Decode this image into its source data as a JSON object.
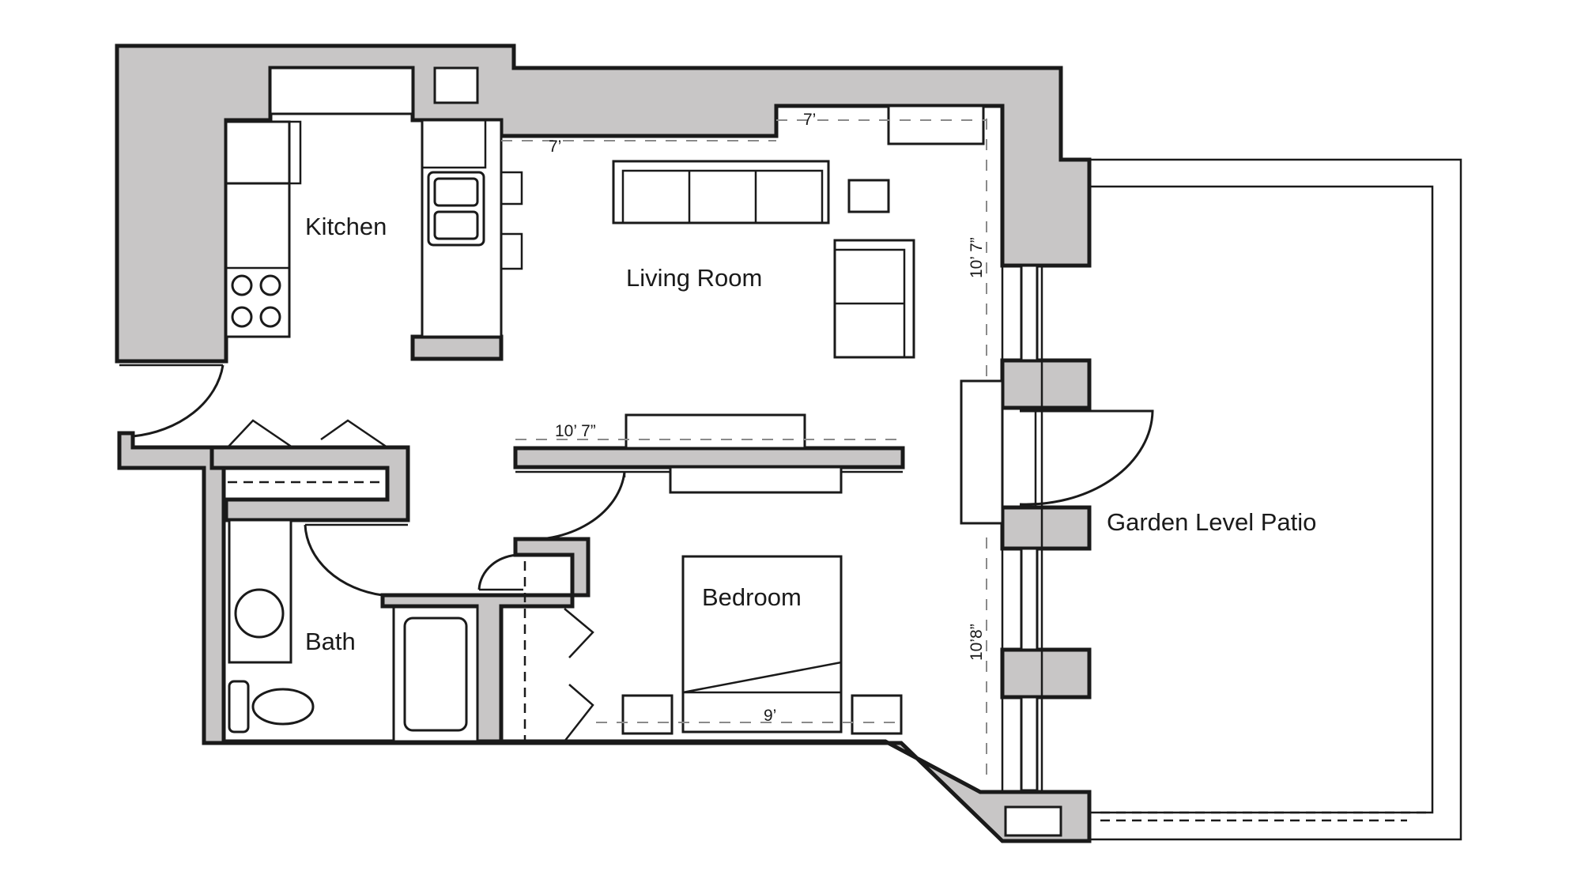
{
  "rooms": {
    "kitchen": "Kitchen",
    "living_room": "Living Room",
    "bath": "Bath",
    "bedroom": "Bedroom",
    "patio": "Garden Level Patio"
  },
  "dimensions": {
    "living_top_left": "7’",
    "living_top_right": "7’",
    "living_right": "10’ 7”",
    "bedroom_top": "10’ 7”",
    "bedroom_right": "10’8”",
    "bedroom_bottom": "9’"
  },
  "colors": {
    "wall_fill": "#c8c6c6",
    "line": "#1a1a1a",
    "background": "#ffffff"
  }
}
